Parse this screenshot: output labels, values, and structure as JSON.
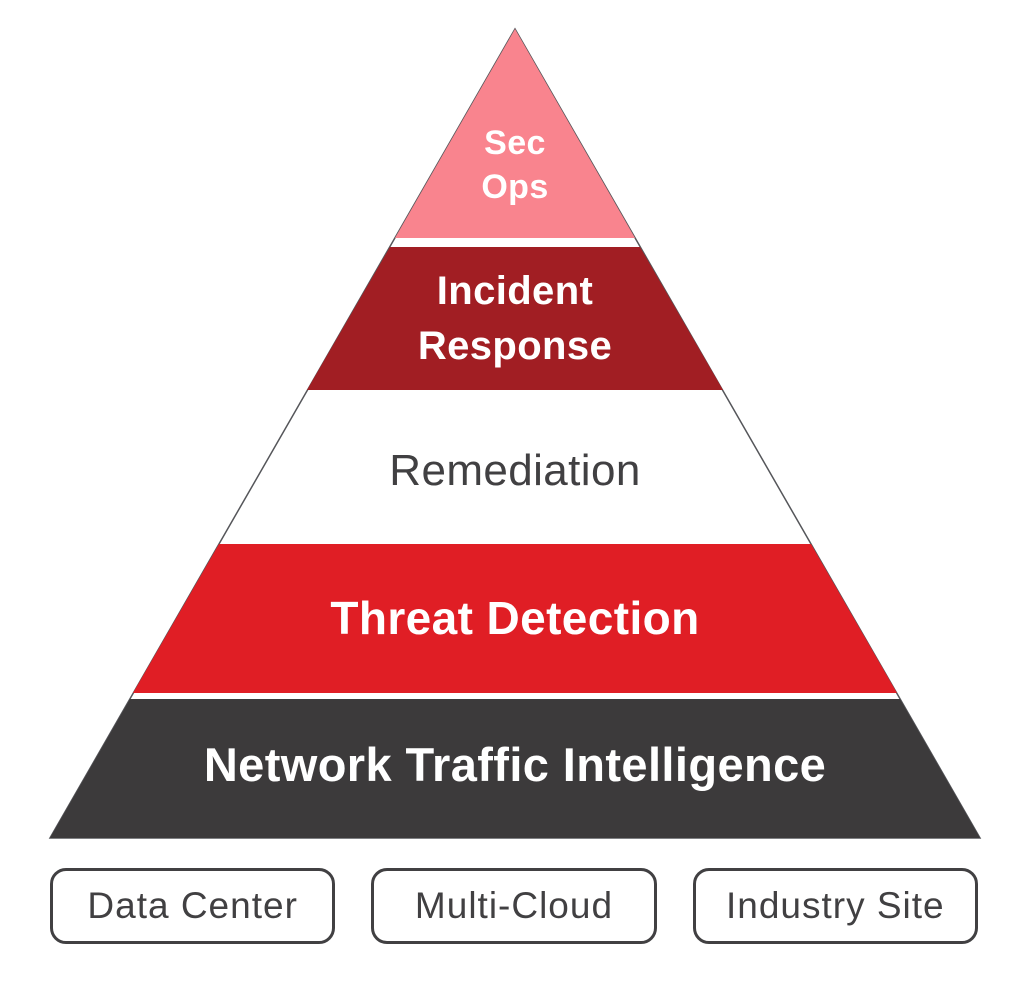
{
  "diagram": {
    "pyramid": {
      "outline_color": "#55565A",
      "levels": [
        {
          "id": "sec-ops",
          "line1": "Sec",
          "line2": "Ops",
          "color": "#F9848E",
          "text_color": "#FFFFFF"
        },
        {
          "id": "incident-response",
          "line1": "Incident",
          "line2": "Response",
          "color": "#A11E23",
          "text_color": "#FFFFFF"
        },
        {
          "id": "remediation",
          "label": "Remediation",
          "color": "#FFFFFF",
          "text_color": "#414042"
        },
        {
          "id": "threat-detection",
          "label": "Threat Detection",
          "color": "#E01E25",
          "text_color": "#FFFFFF"
        },
        {
          "id": "network-traffic-intelligence",
          "label": "Network Traffic Intelligence",
          "color": "#3C3A3B",
          "text_color": "#FFFFFF"
        }
      ]
    },
    "deployment_boxes": {
      "border_color": "#414042",
      "text_color": "#414042",
      "items": [
        {
          "label": "Data Center"
        },
        {
          "label": "Multi-Cloud"
        },
        {
          "label": "Industry Site"
        }
      ]
    }
  }
}
